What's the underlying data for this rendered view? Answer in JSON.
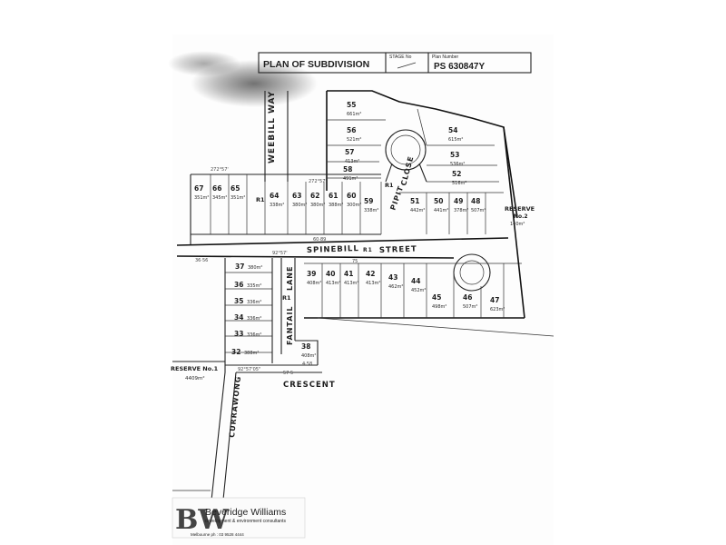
{
  "title_block": {
    "plan_title": "PLAN OF SUBDIVISION",
    "stage_label": "STAGE No",
    "plan_number_label": "Plan Number",
    "plan_number": "PS 630847Y"
  },
  "streets": {
    "weebill": "WEEBILL WAY",
    "spinebill": "SPINEBILL",
    "spinebill_r1": "R1",
    "street": "STREET",
    "pipit": "PIPIT",
    "close": "CLOSE",
    "fantail": "FANTAIL",
    "lane": "LANE",
    "crescent": "CRESCENT",
    "currawong": "CURRAWONG"
  },
  "reserves": {
    "reserve_1_name": "RESERVE No.1",
    "reserve_1_area": "4409m²",
    "reserve_2_name": "RESERVE",
    "reserve_2_no": "No.2",
    "reserve_2_area": "140m²"
  },
  "road_labels": {
    "r1_weebill": "R1",
    "r1_fantail": "R1",
    "r1_pipit": "R1"
  },
  "lots": [
    {
      "number": "55",
      "area": "661m²"
    },
    {
      "number": "56",
      "area": "521m²"
    },
    {
      "number": "57",
      "area": "413m²"
    },
    {
      "number": "58",
      "area": "491m²"
    },
    {
      "number": "54",
      "area": "615m²"
    },
    {
      "number": "53",
      "area": "536m²"
    },
    {
      "number": "52",
      "area": "516m²"
    },
    {
      "number": "67",
      "area": "351m²"
    },
    {
      "number": "66",
      "area": "345m²"
    },
    {
      "number": "65",
      "area": "351m²"
    },
    {
      "number": "64",
      "area": "338m²"
    },
    {
      "number": "63",
      "area": "380m²"
    },
    {
      "number": "62",
      "area": "380m²"
    },
    {
      "number": "61",
      "area": "388m²"
    },
    {
      "number": "60",
      "area": "300m²"
    },
    {
      "number": "59",
      "area": "338m²"
    },
    {
      "number": "51",
      "area": "442m²"
    },
    {
      "number": "50",
      "area": "441m²"
    },
    {
      "number": "49",
      "area": "378m²"
    },
    {
      "number": "48",
      "area": "507m²"
    },
    {
      "number": "37",
      "area": "380m²"
    },
    {
      "number": "36",
      "area": "335m²"
    },
    {
      "number": "35",
      "area": "336m²"
    },
    {
      "number": "34",
      "area": "336m²"
    },
    {
      "number": "33",
      "area": "336m²"
    },
    {
      "number": "32",
      "area": "388m²"
    },
    {
      "number": "38",
      "area": "408m²"
    },
    {
      "number": "39",
      "area": "408m²"
    },
    {
      "number": "40",
      "area": "413m²"
    },
    {
      "number": "41",
      "area": "413m²"
    },
    {
      "number": "42",
      "area": "413m²"
    },
    {
      "number": "43",
      "area": "462m²"
    },
    {
      "number": "44",
      "area": "452m²"
    },
    {
      "number": "45",
      "area": "498m²"
    },
    {
      "number": "46",
      "area": "507m²"
    },
    {
      "number": "47",
      "area": "623m²"
    }
  ],
  "dimensions": {
    "bearing_top": "272°57'",
    "bearing_mid": "272°57'",
    "bearing_low": "92°57'",
    "bearing_crescent": "92°57'05\"",
    "dim_55_56": "36·56",
    "dim_60_89": "60·89",
    "dim_75": "75",
    "dim_57_5": "57·5",
    "dim_4_58": "4·58"
  },
  "footer": {
    "company": "Beveridge Williams",
    "tagline": "development & environment consultants",
    "contact": "Melbourne ph : 03 9528 4444",
    "logo_letters": "BW"
  }
}
